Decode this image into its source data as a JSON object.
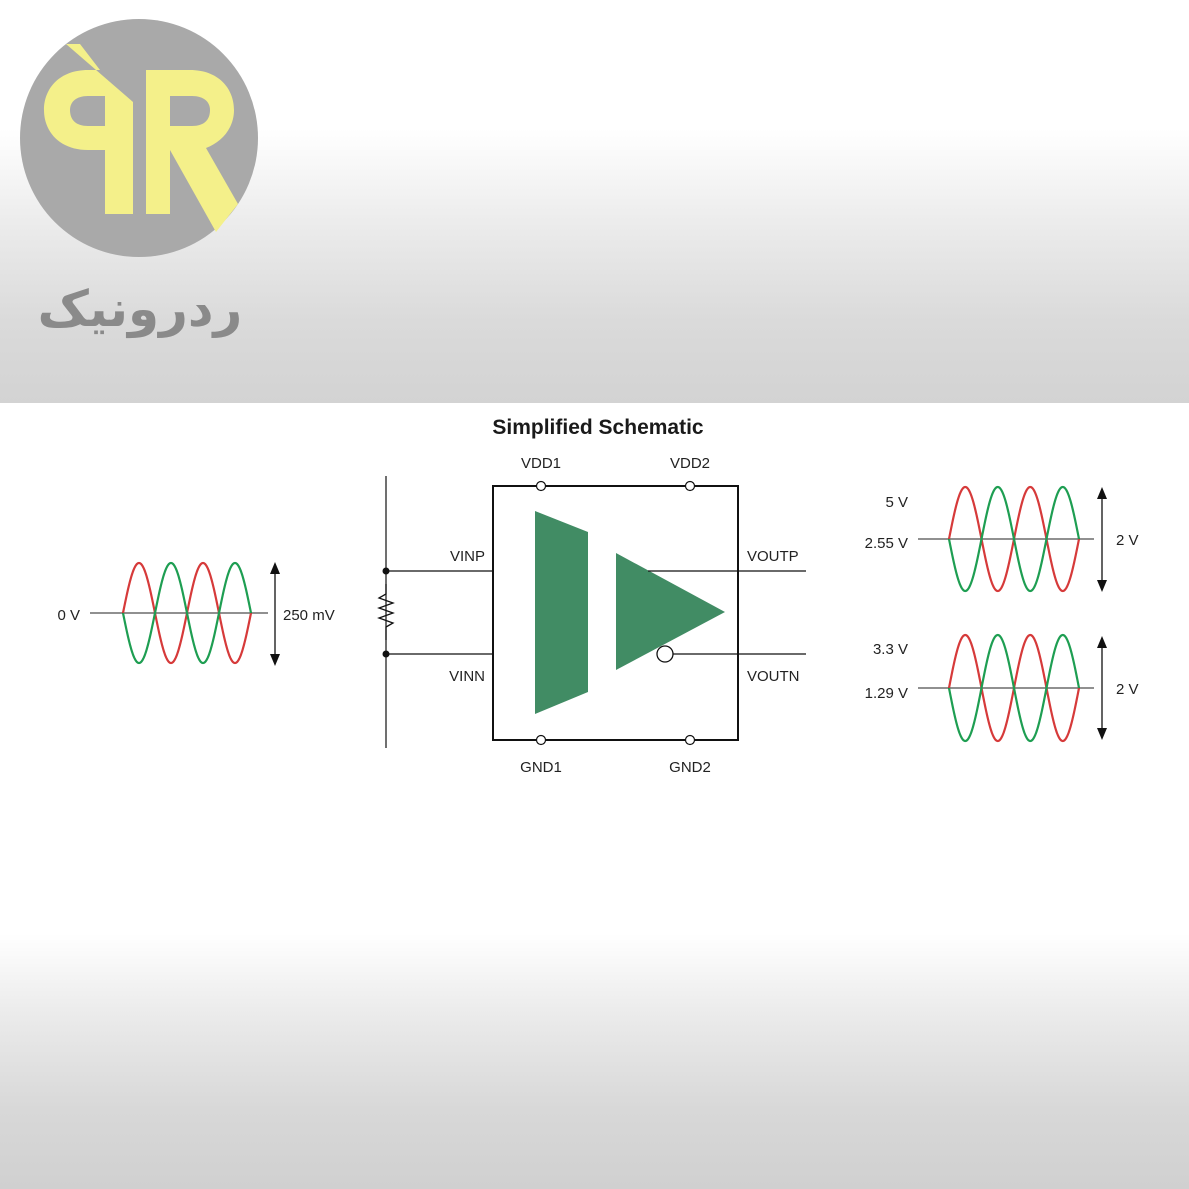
{
  "logo": {
    "wordmark": "ردرونیک"
  },
  "title": "Simplified Schematic",
  "pins": {
    "vdd1": "VDD1",
    "vdd2": "VDD2",
    "gnd1": "GND1",
    "gnd2": "GND2",
    "vinp": "VINP",
    "vinn": "VINN",
    "voutp": "VOUTP",
    "voutn": "VOUTN"
  },
  "input_wave": {
    "baseline": "0 V",
    "amplitude": "250 mV"
  },
  "output_wave_1": {
    "top": "5 V",
    "baseline": "2.55 V",
    "amplitude": "2 V"
  },
  "output_wave_2": {
    "top": "3.3 V",
    "baseline": "1.29 V",
    "amplitude": "2 V"
  },
  "colors": {
    "amplifier": "#418c64",
    "wave_red": "#d63a3a",
    "wave_green": "#1e9e52",
    "logo_circle": "#a9a9a9",
    "logo_letters": "#f4f08a",
    "logo_text": "#8a8a8a"
  }
}
